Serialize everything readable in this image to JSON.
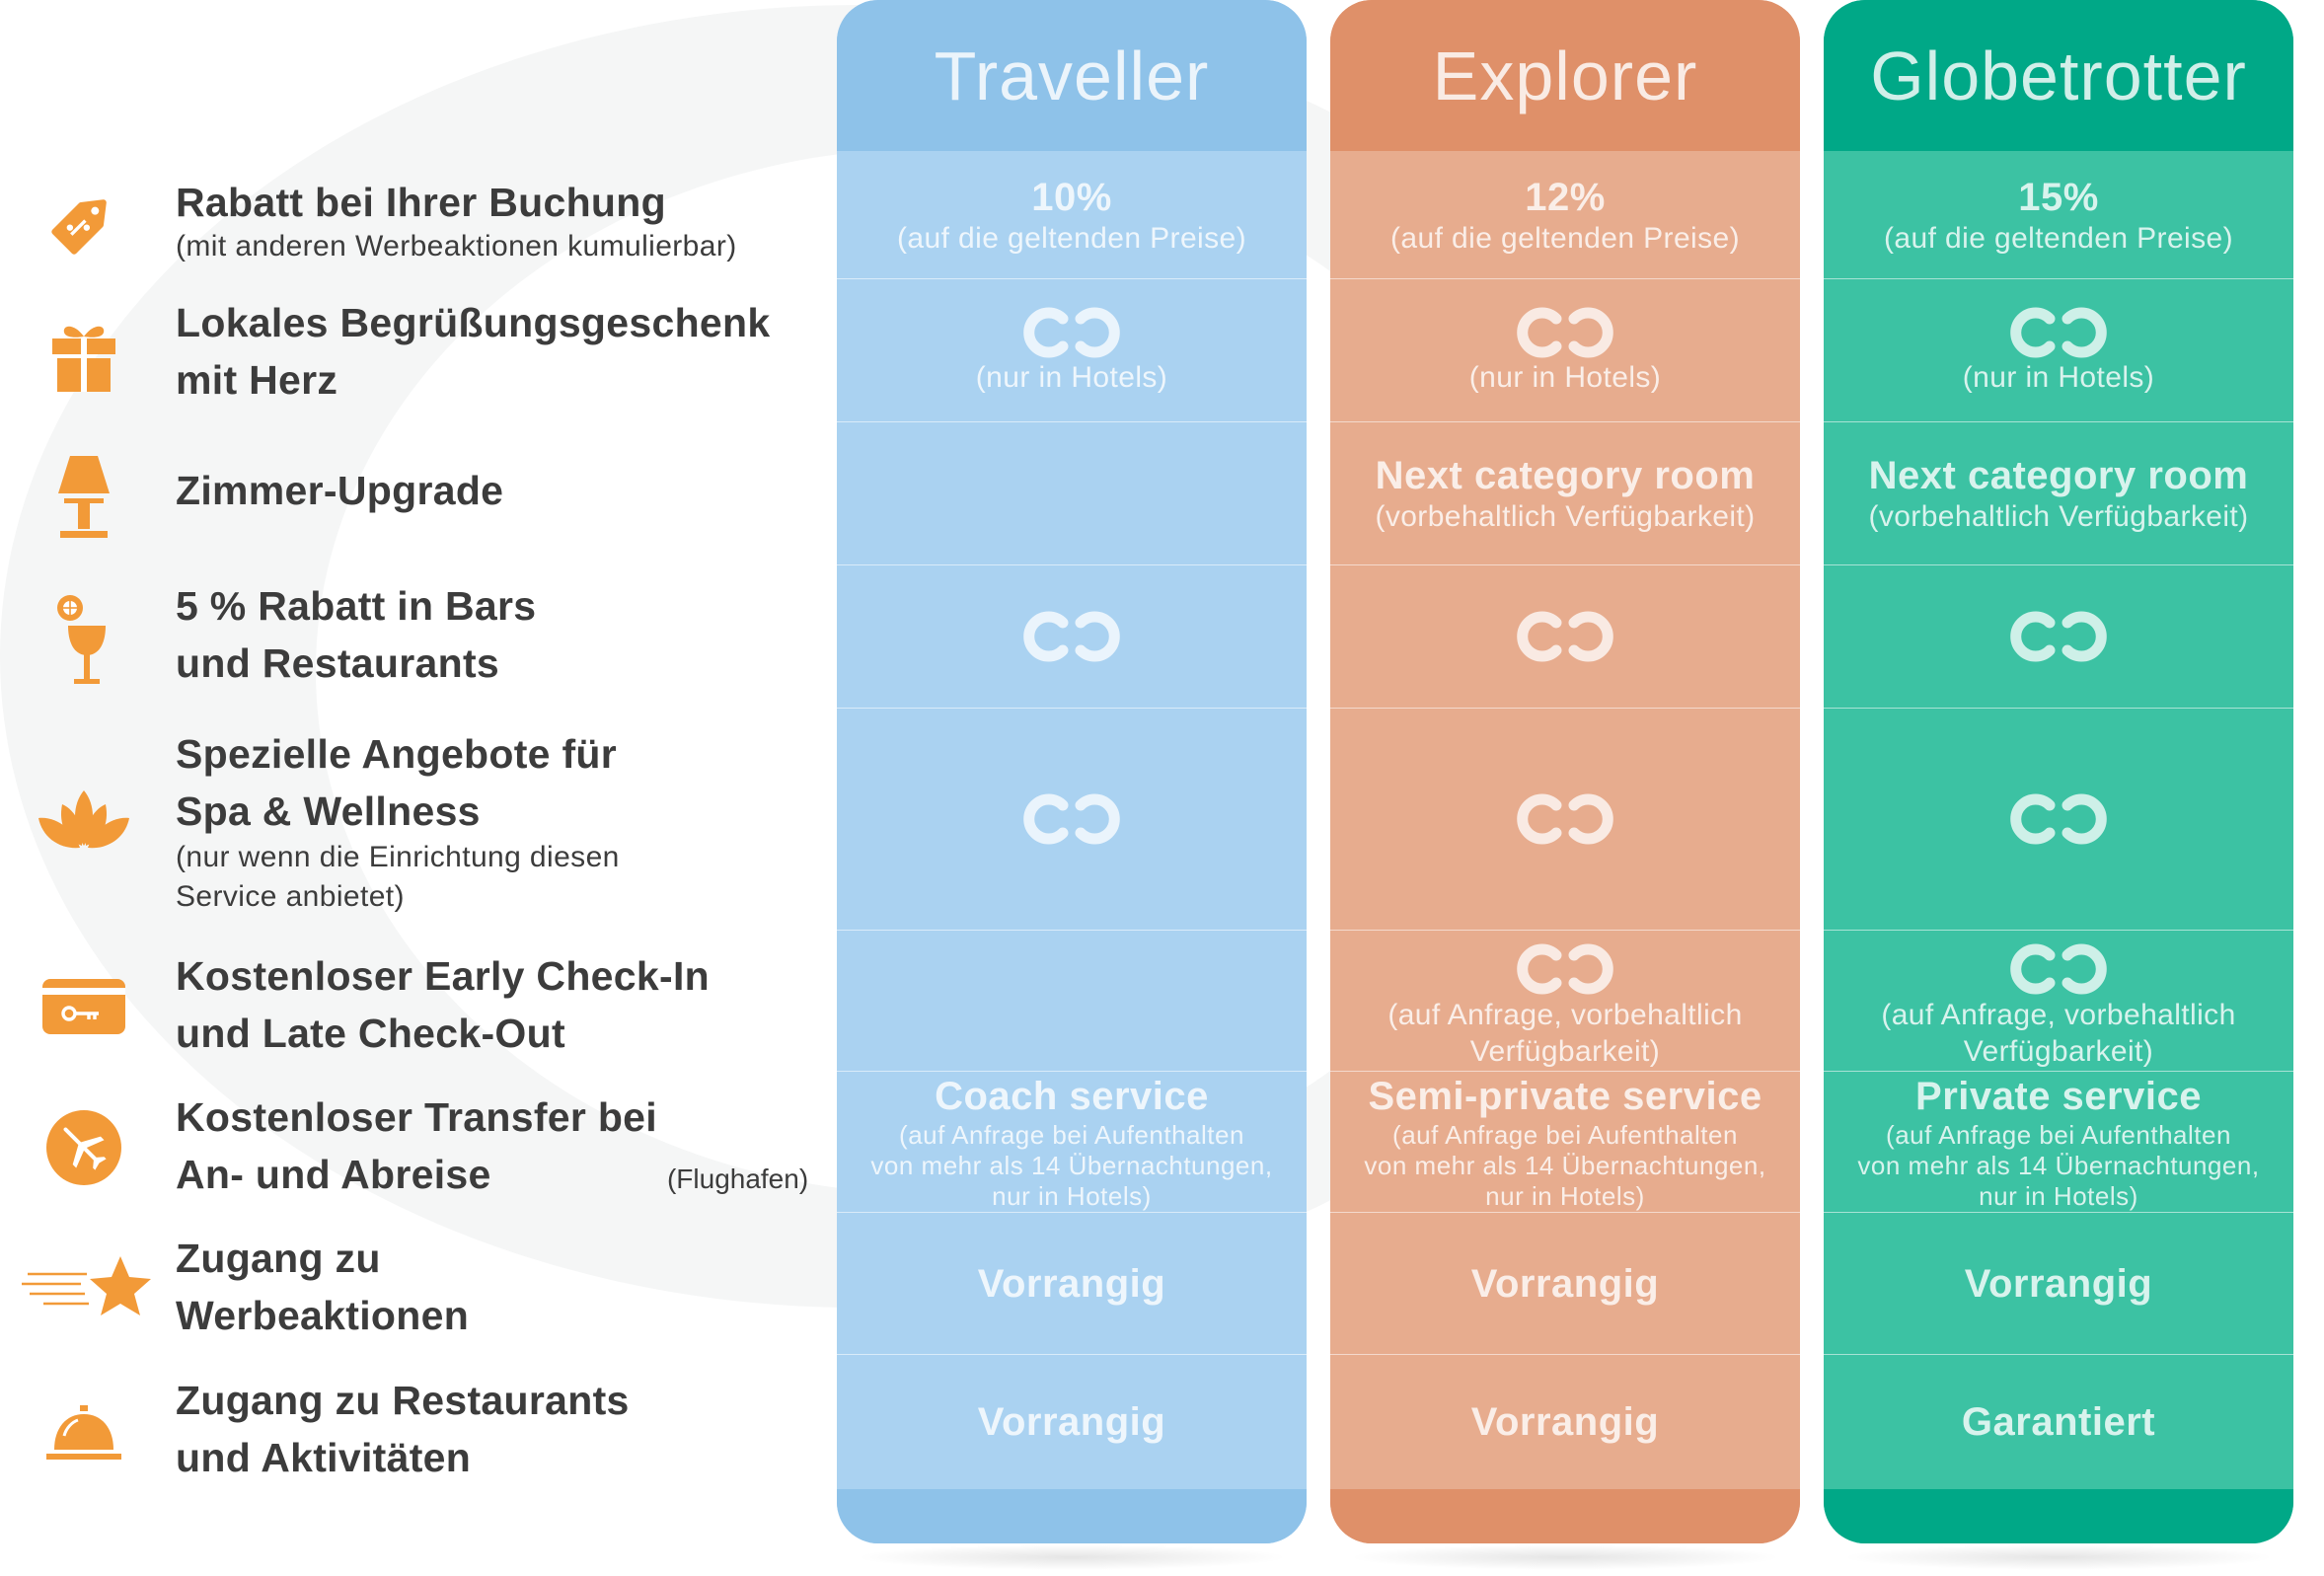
{
  "colors": {
    "icon_orange": "#f29a38",
    "text_dark": "#3c3c3c",
    "traveller_head": "#8ec2e9",
    "traveller_body": "#aad2f1",
    "explorer_head": "#df9069",
    "explorer_body": "#e7ac8e",
    "globetrotter_head": "#00a887",
    "globetrotter_body": "#3cc2a3"
  },
  "benefits": [
    {
      "icon": "discount-tag-icon",
      "title": "Rabatt bei Ihrer Buchung",
      "subtitle": "(mit anderen Werbeaktionen kumulierbar)"
    },
    {
      "icon": "gift-icon",
      "title": "Lokales Begrüßungsgeschenk\nmit Herz",
      "subtitle": ""
    },
    {
      "icon": "lamp-icon",
      "title": "Zimmer-Upgrade",
      "subtitle": ""
    },
    {
      "icon": "cocktail-glass-icon",
      "title": "5 % Rabatt in Bars\nund Restaurants",
      "subtitle": ""
    },
    {
      "icon": "lotus-icon",
      "title": "Spezielle Angebote für\nSpa & Wellness",
      "subtitle": "(nur wenn die Einrichtung diesen\nService anbietet)"
    },
    {
      "icon": "key-card-icon",
      "title": "Kostenloser Early Check-In\nund Late Check-Out",
      "subtitle": ""
    },
    {
      "icon": "airplane-icon",
      "title": "Kostenloser Transfer bei\nAn- und Abreise",
      "note": "(Flughafen)",
      "subtitle": ""
    },
    {
      "icon": "star-icon",
      "title": "Zugang zu\nWerbeaktionen",
      "subtitle": ""
    },
    {
      "icon": "service-bell-icon",
      "title": "Zugang zu Restaurants\nund Aktivitäten",
      "subtitle": ""
    }
  ],
  "tiers": [
    {
      "name": "Traveller",
      "discount": {
        "value": "10%",
        "note": "(auf die geltenden Preise)"
      },
      "gift": {
        "check": true,
        "note": "(nur in Hotels)"
      },
      "upgrade": {
        "value": "",
        "note": ""
      },
      "bars": {
        "check": true
      },
      "spa": {
        "check": true
      },
      "checkin": {
        "check": false,
        "note": ""
      },
      "transfer": {
        "value": "Coach service",
        "note": "(auf Anfrage bei Aufenthalten\nvon mehr als 14 Übernachtungen,\nnur in Hotels)"
      },
      "promotions": "Vorrangig",
      "restaurants": "Vorrangig"
    },
    {
      "name": "Explorer",
      "discount": {
        "value": "12%",
        "note": "(auf die geltenden Preise)"
      },
      "gift": {
        "check": true,
        "note": "(nur in Hotels)"
      },
      "upgrade": {
        "value": "Next category room",
        "note": "(vorbehaltlich Verfügbarkeit)"
      },
      "bars": {
        "check": true
      },
      "spa": {
        "check": true
      },
      "checkin": {
        "check": true,
        "note": "(auf Anfrage, vorbehaltlich\nVerfügbarkeit)"
      },
      "transfer": {
        "value": "Semi-private service",
        "note": "(auf Anfrage bei Aufenthalten\nvon mehr als 14 Übernachtungen,\nnur in Hotels)"
      },
      "promotions": "Vorrangig",
      "restaurants": "Vorrangig"
    },
    {
      "name": "Globetrotter",
      "discount": {
        "value": "15%",
        "note": "(auf die geltenden Preise)"
      },
      "gift": {
        "check": true,
        "note": "(nur in Hotels)"
      },
      "upgrade": {
        "value": "Next category room",
        "note": "(vorbehaltlich Verfügbarkeit)"
      },
      "bars": {
        "check": true
      },
      "spa": {
        "check": true
      },
      "checkin": {
        "check": true,
        "note": "(auf Anfrage, vorbehaltlich\nVerfügbarkeit)"
      },
      "transfer": {
        "value": "Private service",
        "note": "(auf Anfrage bei Aufenthalten\nvon mehr als 14 Übernachtungen,\nnur in Hotels)"
      },
      "promotions": "Vorrangig",
      "restaurants": "Garantiert"
    }
  ]
}
